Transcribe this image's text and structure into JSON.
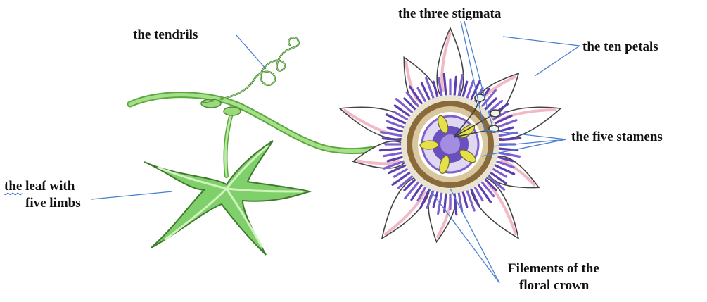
{
  "labels": {
    "tendrils": "the tendrils",
    "stigmata": "the three stigmata",
    "petals": "the ten petals",
    "stamens": "the five stamens",
    "leaf_line1_word": "the",
    "leaf_line1_rest": " leaf with",
    "leaf_line2": "five limbs",
    "crown_line1": "Filements of the",
    "crown_line2": "floral crown"
  },
  "colors": {
    "leader_line": "#4a7fd0",
    "leaf_fill": "#7fd06a",
    "leaf_light": "#c9efb4",
    "stem": "#6fc04f",
    "petal_fill": "#ffffff",
    "petal_tint": "#f2b8c6",
    "crown_outer": "#5b3fb0",
    "crown_inner": "#7d5fd0",
    "stamen": "#e6e14a",
    "center_ring": "#8a6a3a"
  }
}
